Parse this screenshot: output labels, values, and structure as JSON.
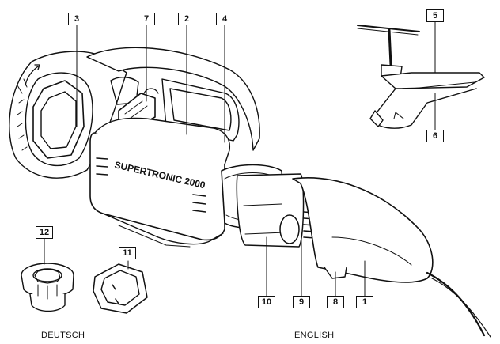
{
  "product_label": "SUPERTRONIC 2000",
  "callouts": [
    {
      "id": "c3",
      "label": "3"
    },
    {
      "id": "c7",
      "label": "7"
    },
    {
      "id": "c2",
      "label": "2"
    },
    {
      "id": "c4",
      "label": "4"
    },
    {
      "id": "c5",
      "label": "5"
    },
    {
      "id": "c6",
      "label": "6"
    },
    {
      "id": "c12",
      "label": "12"
    },
    {
      "id": "c11",
      "label": "11"
    },
    {
      "id": "c10",
      "label": "10"
    },
    {
      "id": "c9",
      "label": "9"
    },
    {
      "id": "c8",
      "label": "8"
    },
    {
      "id": "c1",
      "label": "1"
    }
  ],
  "languages": {
    "left": "DEUTSCH",
    "right": "ENGLISH"
  }
}
